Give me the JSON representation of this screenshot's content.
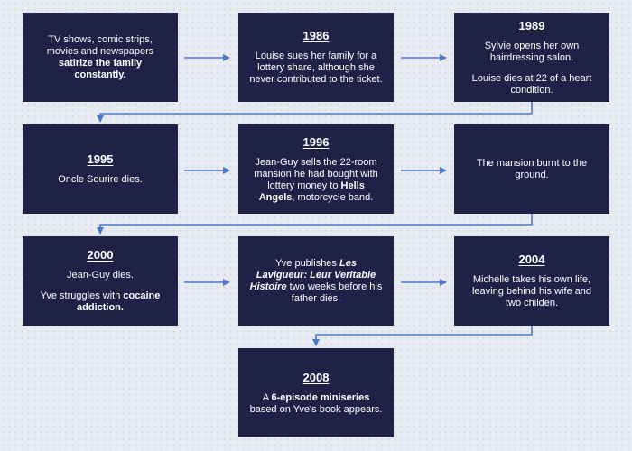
{
  "colors": {
    "box_fill": "#1f2147",
    "text": "#ffffff",
    "connector": "#4a78c8",
    "background": "#e9ebf3"
  },
  "events": [
    {
      "year": "",
      "paragraphs": [
        [
          {
            "t": "TV shows, comic strips, movies and newspapers "
          },
          {
            "t": "satirize the family constantly.",
            "s": "b"
          }
        ]
      ]
    },
    {
      "year": "1986",
      "paragraphs": [
        [
          {
            "t": "Louise sues her family for a lottery share, although she never contributed to the ticket."
          }
        ]
      ]
    },
    {
      "year": "1989",
      "paragraphs": [
        [
          {
            "t": "Sylvie opens her own hairdressing salon."
          }
        ],
        [
          {
            "t": "Louise dies at 22 of a heart condition."
          }
        ]
      ]
    },
    {
      "year": "1995",
      "paragraphs": [
        [
          {
            "t": "Oncle Sourire dies."
          }
        ]
      ]
    },
    {
      "year": "1996",
      "paragraphs": [
        [
          {
            "t": "Jean-Guy sells the 22-room mansion he had bought with lottery money to "
          },
          {
            "t": "Hells Angels",
            "s": "b"
          },
          {
            "t": ", motorcycle band."
          }
        ]
      ]
    },
    {
      "year": "",
      "paragraphs": [
        [
          {
            "t": "The mansion burnt to the ground."
          }
        ]
      ]
    },
    {
      "year": "2000",
      "paragraphs": [
        [
          {
            "t": "Jean-Guy dies."
          }
        ],
        [
          {
            "t": "Yve struggles with "
          },
          {
            "t": "cocaine addiction.",
            "s": "b"
          }
        ]
      ]
    },
    {
      "year": "",
      "paragraphs": [
        [
          {
            "t": "Yve publishes "
          },
          {
            "t": "Les Lavigueur: Leur Veritable Histoire",
            "s": "i"
          },
          {
            "t": " two weeks before his father dies."
          }
        ]
      ]
    },
    {
      "year": "2004",
      "paragraphs": [
        [
          {
            "t": "Michelle takes his own life, leaving behind his wife and two childen."
          }
        ]
      ]
    },
    {
      "year": "2008",
      "paragraphs": [
        [
          {
            "t": "A "
          },
          {
            "t": "6-episode miniseries",
            "s": "b"
          },
          {
            "t": " based on Yve's book appears."
          }
        ]
      ]
    }
  ]
}
